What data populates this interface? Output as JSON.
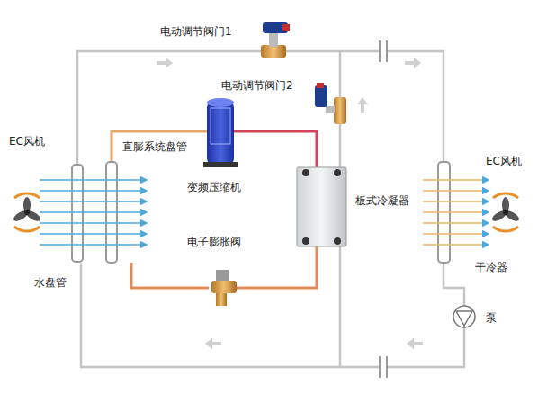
{
  "diagram": {
    "labels": [
      "电动调节阀门1",
      "电动调节阀门2",
      "EC风机",
      "直膨系统盘管",
      "变频压缩机",
      "板式冷凝器",
      "EC风机",
      "电子膨胀阀",
      "水盘管",
      "干冷器",
      "泵"
    ]
  }
}
